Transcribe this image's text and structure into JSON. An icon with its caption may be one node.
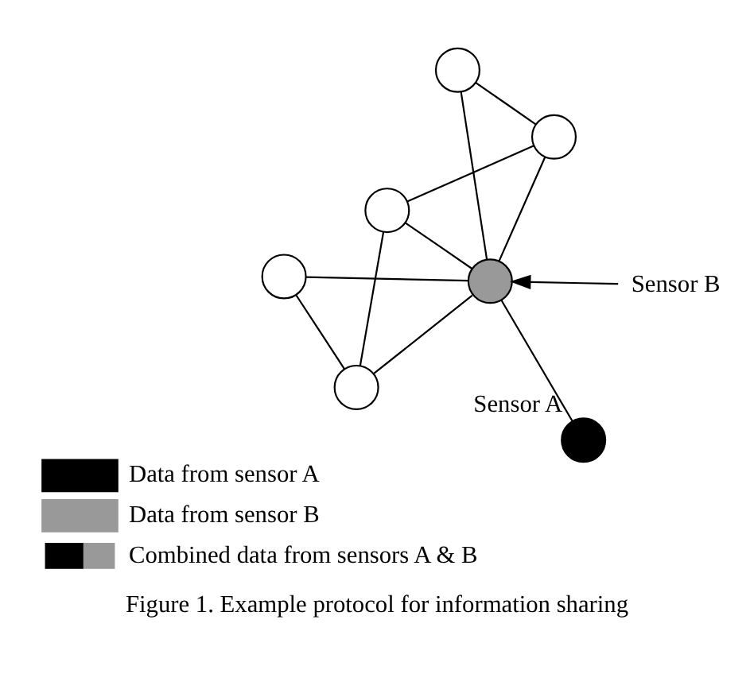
{
  "diagram": {
    "caption": "Figure 1. Example protocol for information sharing",
    "nodes": [
      {
        "text": [],
        "shape": "circle"
      },
      {
        "text": [],
        "shape": "circle"
      },
      {
        "text": [],
        "shape": "circle",
        "beside": [
          "Sensor A"
        ]
      },
      {
        "text": [],
        "shape": "circle"
      },
      {
        "text": [],
        "shape": "circle"
      },
      {
        "text": [],
        "shape": "circle"
      },
      {
        "text": [],
        "shape": "circle"
      },
      {
        "text": [
          "Sensor B"
        ]
      }
    ],
    "edges": [
      {
        "from": 0,
        "to": 1,
        "arrow": "none"
      },
      {
        "from": 0,
        "to": 3,
        "arrow": "none"
      },
      {
        "from": 1,
        "to": 3,
        "arrow": "none"
      },
      {
        "from": 1,
        "to": 4,
        "arrow": "none"
      },
      {
        "from": 3,
        "to": 2,
        "arrow": "none"
      },
      {
        "from": 4,
        "to": 3,
        "arrow": "none"
      },
      {
        "from": 4,
        "to": 5,
        "arrow": "none"
      },
      {
        "from": 5,
        "to": 3,
        "arrow": "none"
      },
      {
        "from": 3,
        "to": 6,
        "arrow": "none"
      },
      {
        "from": 5,
        "to": 6,
        "arrow": "none"
      },
      {
        "from": 7,
        "to": 3,
        "arrow": "to"
      }
    ],
    "legend": [
      {
        "text": "Data from sensor A",
        "color": "#000000"
      },
      {
        "text": "Data from sensor B",
        "color": "#999999"
      },
      {
        "text": "Combined data from sensors A & B"
      }
    ]
  }
}
